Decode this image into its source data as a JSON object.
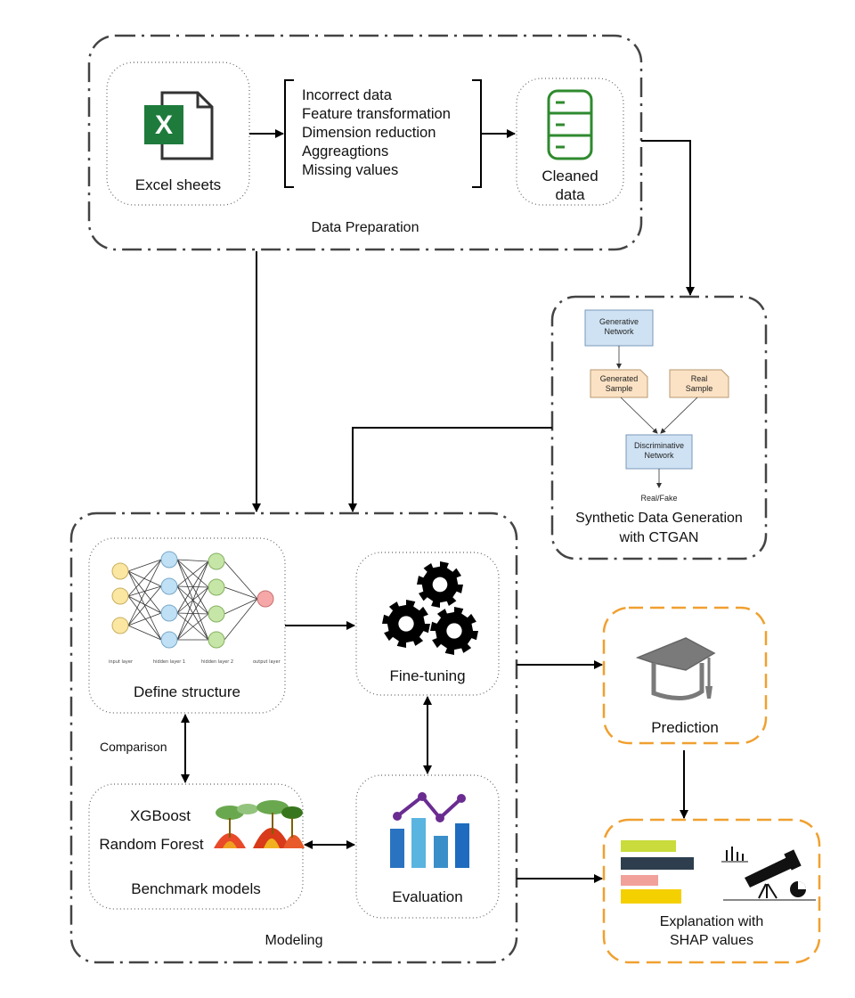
{
  "data_preparation": {
    "title": "Data Preparation",
    "excel_label": "Excel sheets",
    "steps": [
      "Incorrect data",
      "Feature transformation",
      "Dimension reduction",
      "Aggreagtions",
      "Missing values"
    ],
    "cleaned_label_1": "Cleaned",
    "cleaned_label_2": "data"
  },
  "ctgan": {
    "generative_1": "Generative",
    "generative_2": "Network",
    "generated_1": "Generated",
    "generated_2": "Sample",
    "real_1": "Real",
    "real_2": "Sample",
    "discriminative_1": "Discriminative",
    "discriminative_2": "Network",
    "output": "Real/Fake",
    "title_1": "Synthetic Data Generation",
    "title_2": "with CTGAN"
  },
  "modeling": {
    "title": "Modeling",
    "define_structure": "Define structure",
    "nn_layers": [
      "input layer",
      "hidden layer 1",
      "hidden layer 2",
      "output layer"
    ],
    "fine_tuning": "Fine-tuning",
    "comparison": "Comparison",
    "benchmark_1": "XGBoost",
    "benchmark_2": "Random Forest",
    "benchmark_title": "Benchmark models",
    "evaluation": "Evaluation"
  },
  "prediction": {
    "label": "Prediction"
  },
  "explanation": {
    "label_1": "Explanation with",
    "label_2": "SHAP values"
  },
  "colors": {
    "dashed_border": "#444444",
    "orange_border": "#f0a030",
    "excel_green": "#1e7b3c",
    "db_green": "#2e8a2e",
    "gan_blue": "#cfe2f3",
    "gan_peach": "#fbe2c4",
    "chart_purple": "#6a2c91",
    "chart_blue": "#2a73c0",
    "chart_light_blue": "#5ab4e0"
  },
  "icons": [
    "excel-icon",
    "database-icon",
    "gear-icon",
    "graduation-cap-icon",
    "bar-chart-icon",
    "telescope-icon",
    "neural-network-icon",
    "forest-icon"
  ]
}
